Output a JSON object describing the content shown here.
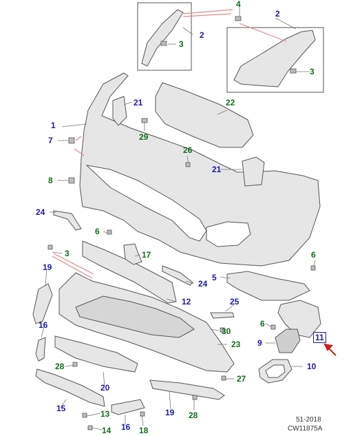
{
  "diagram": {
    "colors": {
      "blue_callout": "#1a1aa8",
      "green_callout": "#156b1d",
      "highlight_arrow": "#d11a1a",
      "leader_line": "#e08a8a",
      "part_fill": "#e6e6e6",
      "part_outline": "#555555"
    },
    "callouts": {
      "c1": "1",
      "c2a": "2",
      "c2b": "2",
      "c3a": "3",
      "c3b": "3",
      "c3c": "3",
      "c4": "4",
      "c5": "5",
      "c6a": "6",
      "c6b": "6",
      "c6c": "6",
      "c7": "7",
      "c8": "8",
      "c9": "9",
      "c10": "10",
      "c11": "11",
      "c12": "12",
      "c13": "13",
      "c14": "14",
      "c15": "15",
      "c16a": "16",
      "c16b": "16",
      "c17": "17",
      "c18": "18",
      "c19a": "19",
      "c19b": "19",
      "c20": "20",
      "c21a": "21",
      "c21b": "21",
      "c22": "22",
      "c23": "23",
      "c24a": "24",
      "c24b": "24",
      "c25": "25",
      "c26": "26",
      "c27": "27",
      "c28a": "28",
      "c28b": "28",
      "c29": "29",
      "c30": "30"
    },
    "highlighted_part": "11",
    "footer": {
      "date_code": "51-2018",
      "drawing_id": "CW11875A"
    }
  }
}
